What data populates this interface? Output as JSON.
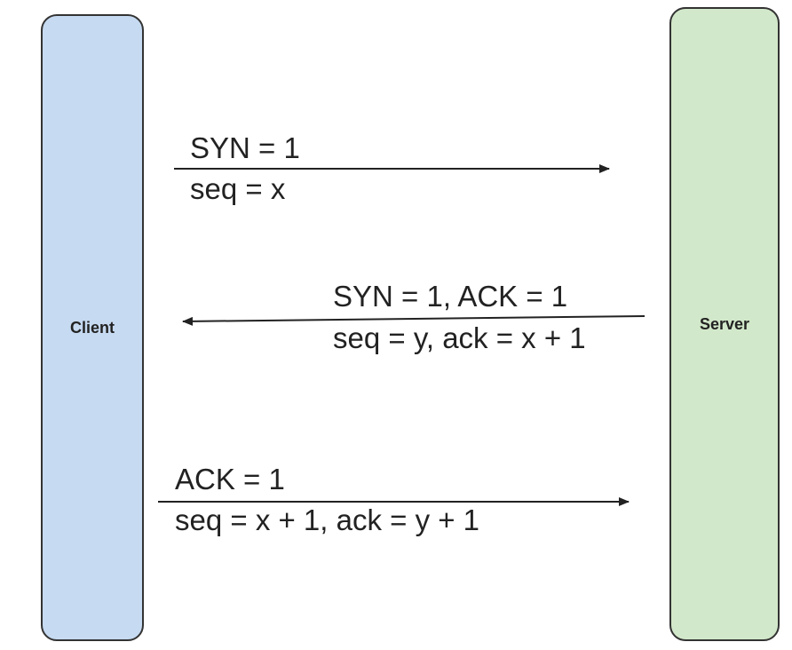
{
  "actors": {
    "client": {
      "label": "Client",
      "fill": "#c6daf1"
    },
    "server": {
      "label": "Server",
      "fill": "#d2e8ca"
    }
  },
  "messages": [
    {
      "direction": "client-to-server",
      "flags": "SYN = 1",
      "numbers": "seq = x"
    },
    {
      "direction": "server-to-client",
      "flags": "SYN = 1, ACK = 1",
      "numbers": "seq = y, ack = x + 1"
    },
    {
      "direction": "client-to-server",
      "flags": "ACK = 1",
      "numbers": "seq = x + 1, ack = y + 1"
    }
  ]
}
